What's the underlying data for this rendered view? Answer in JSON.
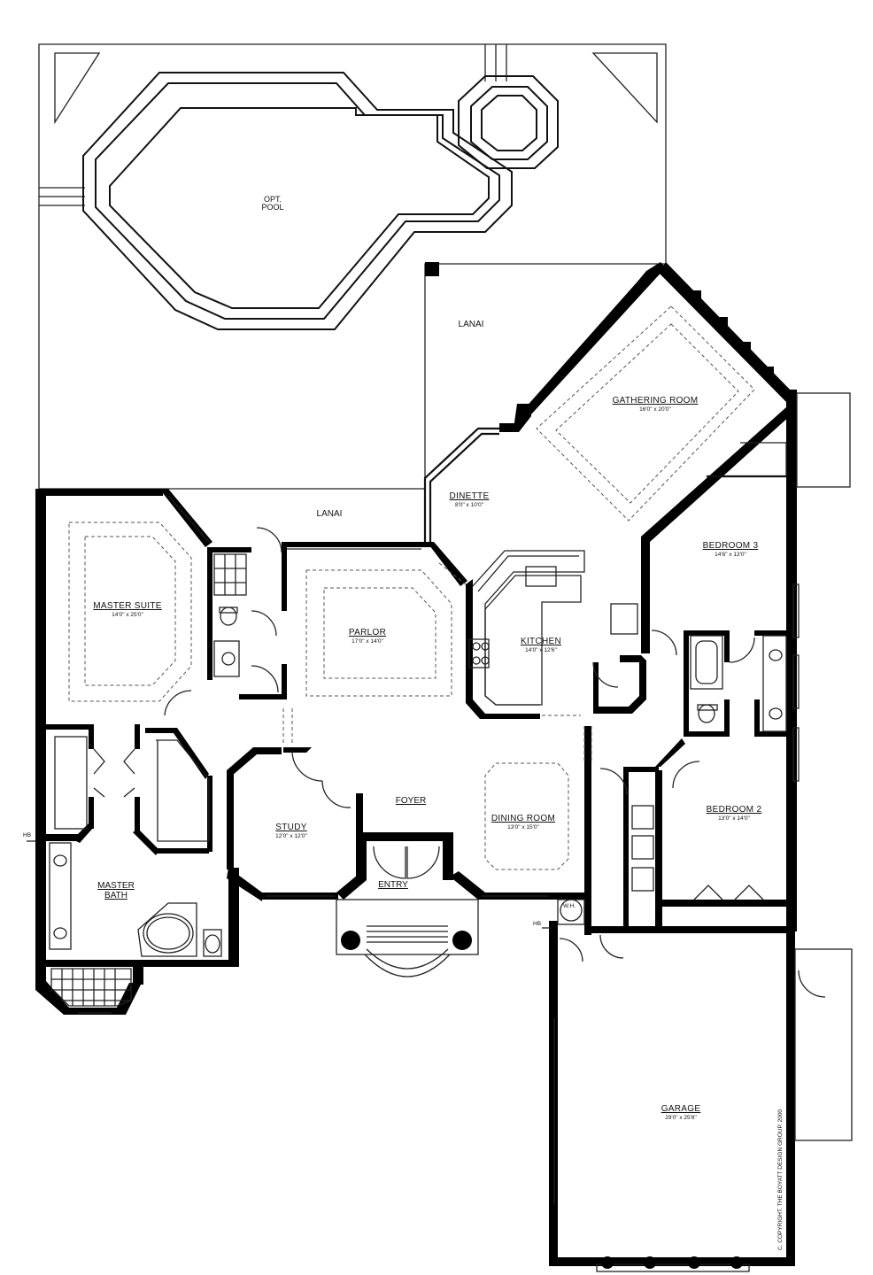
{
  "plan": {
    "pool": {
      "line1": "OPT.",
      "line2": "POOL"
    },
    "lanai_back": "LANAI",
    "lanai_front": "LANAI",
    "rooms": [
      {
        "id": "gathering",
        "name": "GATHERING ROOM",
        "dim": "16'0\" x 20'0\""
      },
      {
        "id": "dinette",
        "name": "DINETTE",
        "dim": "8'0\" x 10'0\""
      },
      {
        "id": "bedroom3",
        "name": "BEDROOM 3",
        "dim": "14'6\" x 13'0\""
      },
      {
        "id": "master_suite",
        "name": "MASTER SUITE",
        "dim": "14'0\" x 25'0\""
      },
      {
        "id": "parlor",
        "name": "PARLOR",
        "dim": "17'0\" x 14'0\""
      },
      {
        "id": "kitchen",
        "name": "KITCHEN",
        "dim": "14'0\" x 12'6\""
      },
      {
        "id": "study",
        "name": "STUDY",
        "dim": "12'0\" x 12'0\""
      },
      {
        "id": "dining",
        "name": "DINING ROOM",
        "dim": "13'0\" x 15'0\""
      },
      {
        "id": "bedroom2",
        "name": "BEDROOM 2",
        "dim": "13'0\" x 14'0\""
      },
      {
        "id": "garage",
        "name": "GARAGE",
        "dim": "29'0\" x 25'8\""
      }
    ],
    "foyer": "FOYER",
    "entry": "ENTRY",
    "master_bath": {
      "line1": "MASTER",
      "line2": "BATH"
    },
    "wh": "W.H.",
    "hb_left": "HB",
    "hb_right": "HB",
    "copyright": "C. COPYRIGHT. THE BOYATT DESIGN GROUP. 2000"
  }
}
